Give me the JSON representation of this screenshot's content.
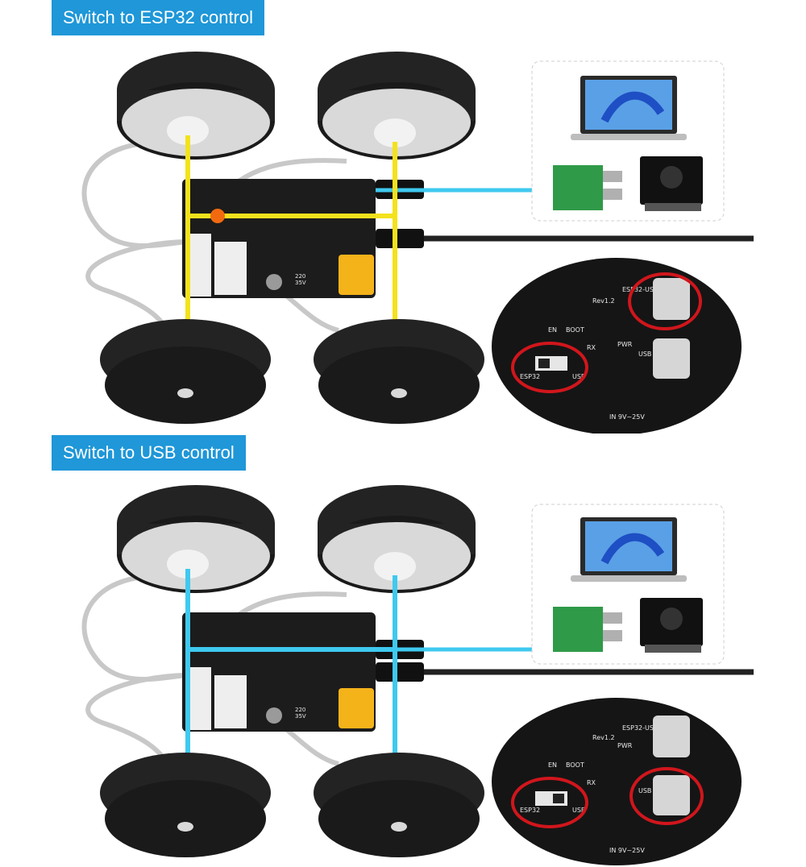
{
  "panels": [
    {
      "title": "Switch to ESP32 control",
      "mode": "ESP32",
      "wire_color": "#f3e21c",
      "highlight_dot": "#f26a10"
    },
    {
      "title": "Switch to USB control",
      "mode": "USB",
      "wire_color": "#3fc9ef",
      "highlight_dot": ""
    }
  ],
  "board_labels": {
    "rev": "Rev1.2",
    "en": "EN",
    "boot": "BOOT",
    "esp32": "ESP32",
    "usb": "USB",
    "esp32_usb": "ESP32-USB",
    "usb_port": "USB",
    "pwr": "PWR",
    "power_in": "IN 9V~25V",
    "cap_value": "220",
    "cap_voltage": "35V",
    "rx": "RX"
  },
  "colors": {
    "title_bg": "#1f97d8",
    "usb_cable": "#3fc9ef",
    "highlight_ring": "#d0161c",
    "pcb": "#1c1c1c",
    "xt60": "#f5b31a"
  }
}
